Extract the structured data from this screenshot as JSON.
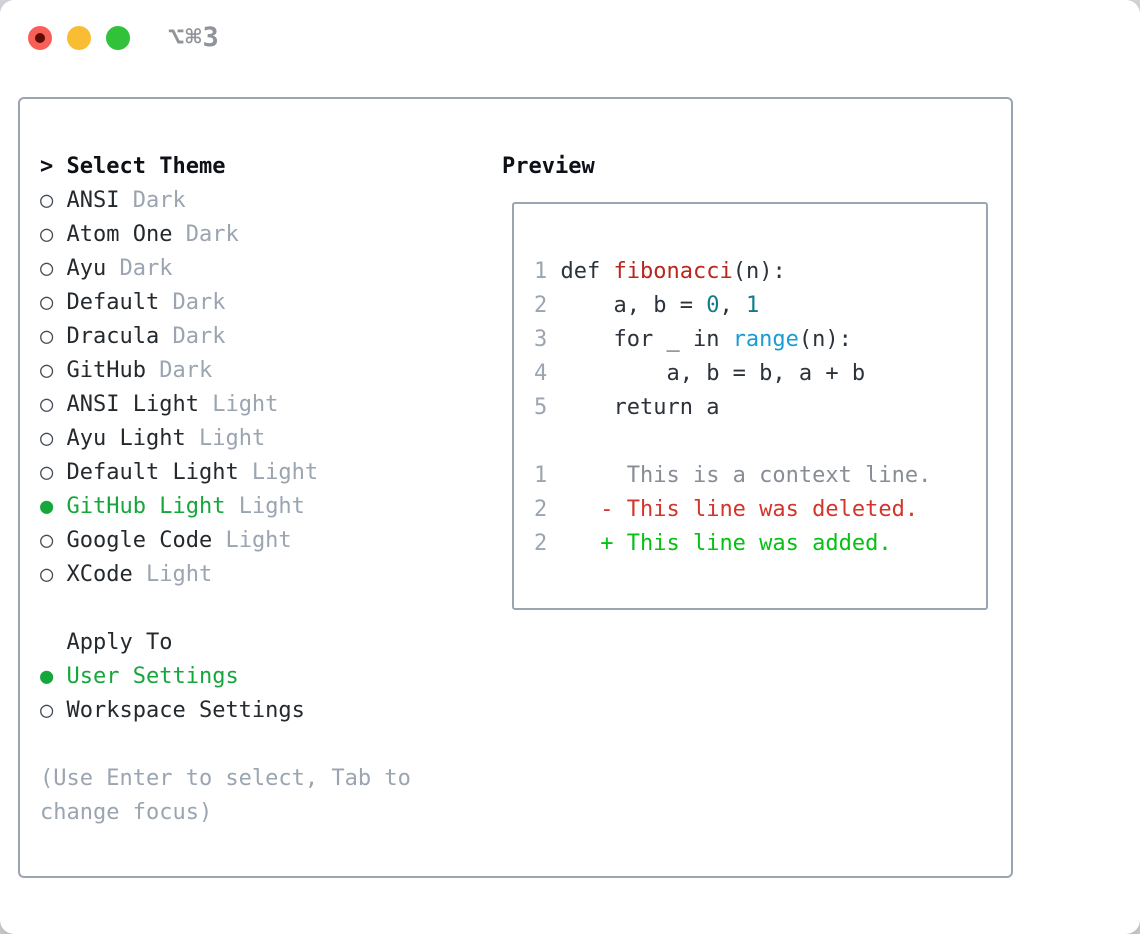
{
  "window": {
    "title": "⌥⌘3",
    "traffic_lights": {
      "close_color": "#f86057",
      "minimize_color": "#f9bd33",
      "zoom_color": "#32c13b",
      "close_dot_color": "#5d0b05"
    }
  },
  "icons": {
    "radio_on": "●",
    "radio_off": "○",
    "focus_caret": ">"
  },
  "colors": {
    "accent_green": "#16a73c",
    "added_green": "#04c113",
    "deleted_red": "#d2352b",
    "function_red": "#b8261c",
    "number_teal": "#0f7b8c",
    "call_blue": "#189cd2",
    "muted_gray": "#9aa5b1",
    "text_dark": "#24292e",
    "border_gray": "#9aa5b1"
  },
  "theme_panel": {
    "header_prefix": "> ",
    "header_label": "Select Theme",
    "items": [
      {
        "name": "ANSI",
        "variant": "Dark",
        "selected": false
      },
      {
        "name": "Atom One",
        "variant": "Dark",
        "selected": false
      },
      {
        "name": "Ayu",
        "variant": "Dark",
        "selected": false
      },
      {
        "name": "Default",
        "variant": "Dark",
        "selected": false
      },
      {
        "name": "Dracula",
        "variant": "Dark",
        "selected": false
      },
      {
        "name": "GitHub",
        "variant": "Dark",
        "selected": false
      },
      {
        "name": "ANSI Light",
        "variant": "Light",
        "selected": false
      },
      {
        "name": "Ayu Light",
        "variant": "Light",
        "selected": false
      },
      {
        "name": "Default Light",
        "variant": "Light",
        "selected": false
      },
      {
        "name": "GitHub Light",
        "variant": "Light",
        "selected": true
      },
      {
        "name": "Google Code",
        "variant": "Light",
        "selected": false
      },
      {
        "name": "XCode",
        "variant": "Light",
        "selected": false
      }
    ],
    "apply_to": {
      "label": "Apply To",
      "options": [
        {
          "name": "User Settings",
          "selected": true
        },
        {
          "name": "Workspace Settings",
          "selected": false
        }
      ]
    },
    "hint": "(Use Enter to select, Tab to\nchange focus)"
  },
  "preview": {
    "label": "Preview",
    "lines": [
      {
        "gutter": "1",
        "segs": [
          [
            "def ",
            "code"
          ],
          [
            "fibonacci",
            "func"
          ],
          [
            "(n):",
            "code"
          ]
        ]
      },
      {
        "gutter": "2",
        "segs": [
          [
            "    a, b = ",
            "code"
          ],
          [
            "0",
            "num"
          ],
          [
            ", ",
            "code"
          ],
          [
            "1",
            "num"
          ]
        ]
      },
      {
        "gutter": "3",
        "segs": [
          [
            "    for _ in ",
            "code"
          ],
          [
            "range",
            "call"
          ],
          [
            "(n):",
            "code"
          ]
        ]
      },
      {
        "gutter": "4",
        "segs": [
          [
            "        a, b = b, a + b",
            "code"
          ]
        ]
      },
      {
        "gutter": "5",
        "segs": [
          [
            "    return a",
            "code"
          ]
        ]
      },
      {
        "blank": true
      },
      {
        "gutter": "1",
        "segs": [
          [
            "     This is a context line.",
            "ctx"
          ]
        ]
      },
      {
        "gutter": "2",
        "segs": [
          [
            "   - This line was deleted.",
            "del"
          ]
        ]
      },
      {
        "gutter": "2",
        "segs": [
          [
            "   + This line was added.",
            "add"
          ]
        ]
      }
    ]
  }
}
